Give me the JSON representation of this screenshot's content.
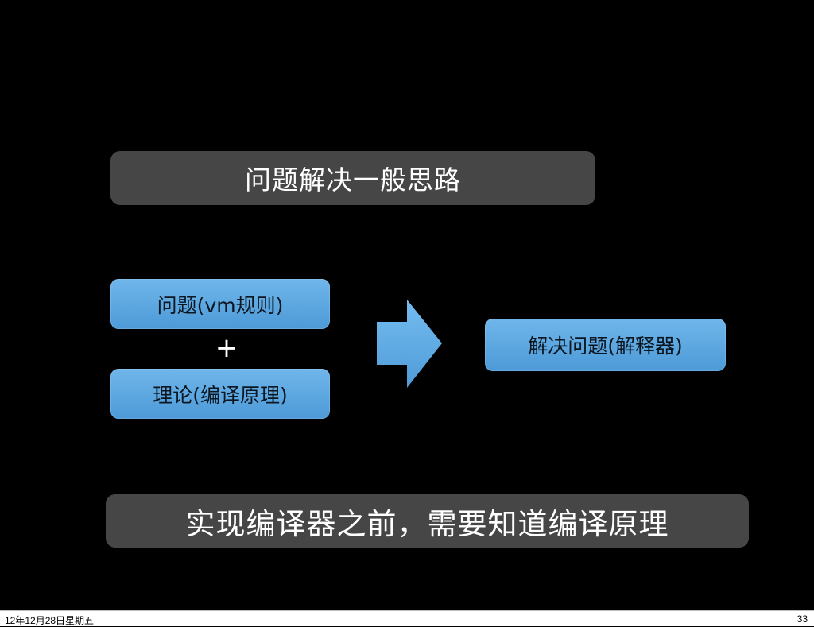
{
  "slide": {
    "title": "问题解决一般思路",
    "problem_label": "问题(vm规则)",
    "plus_label": "+",
    "theory_label": "理论(编译原理)",
    "solution_label": "解决问题(解释器)",
    "conclusion": "实现编译器之前，需要知道编译原理",
    "colors": {
      "background": "#000000",
      "dark_box": "#464646",
      "blue_box": "#5aa6e0",
      "arrow": "#5fb0e8"
    }
  },
  "footer": {
    "date": "12年12月28日星期五",
    "page_number": "33"
  }
}
